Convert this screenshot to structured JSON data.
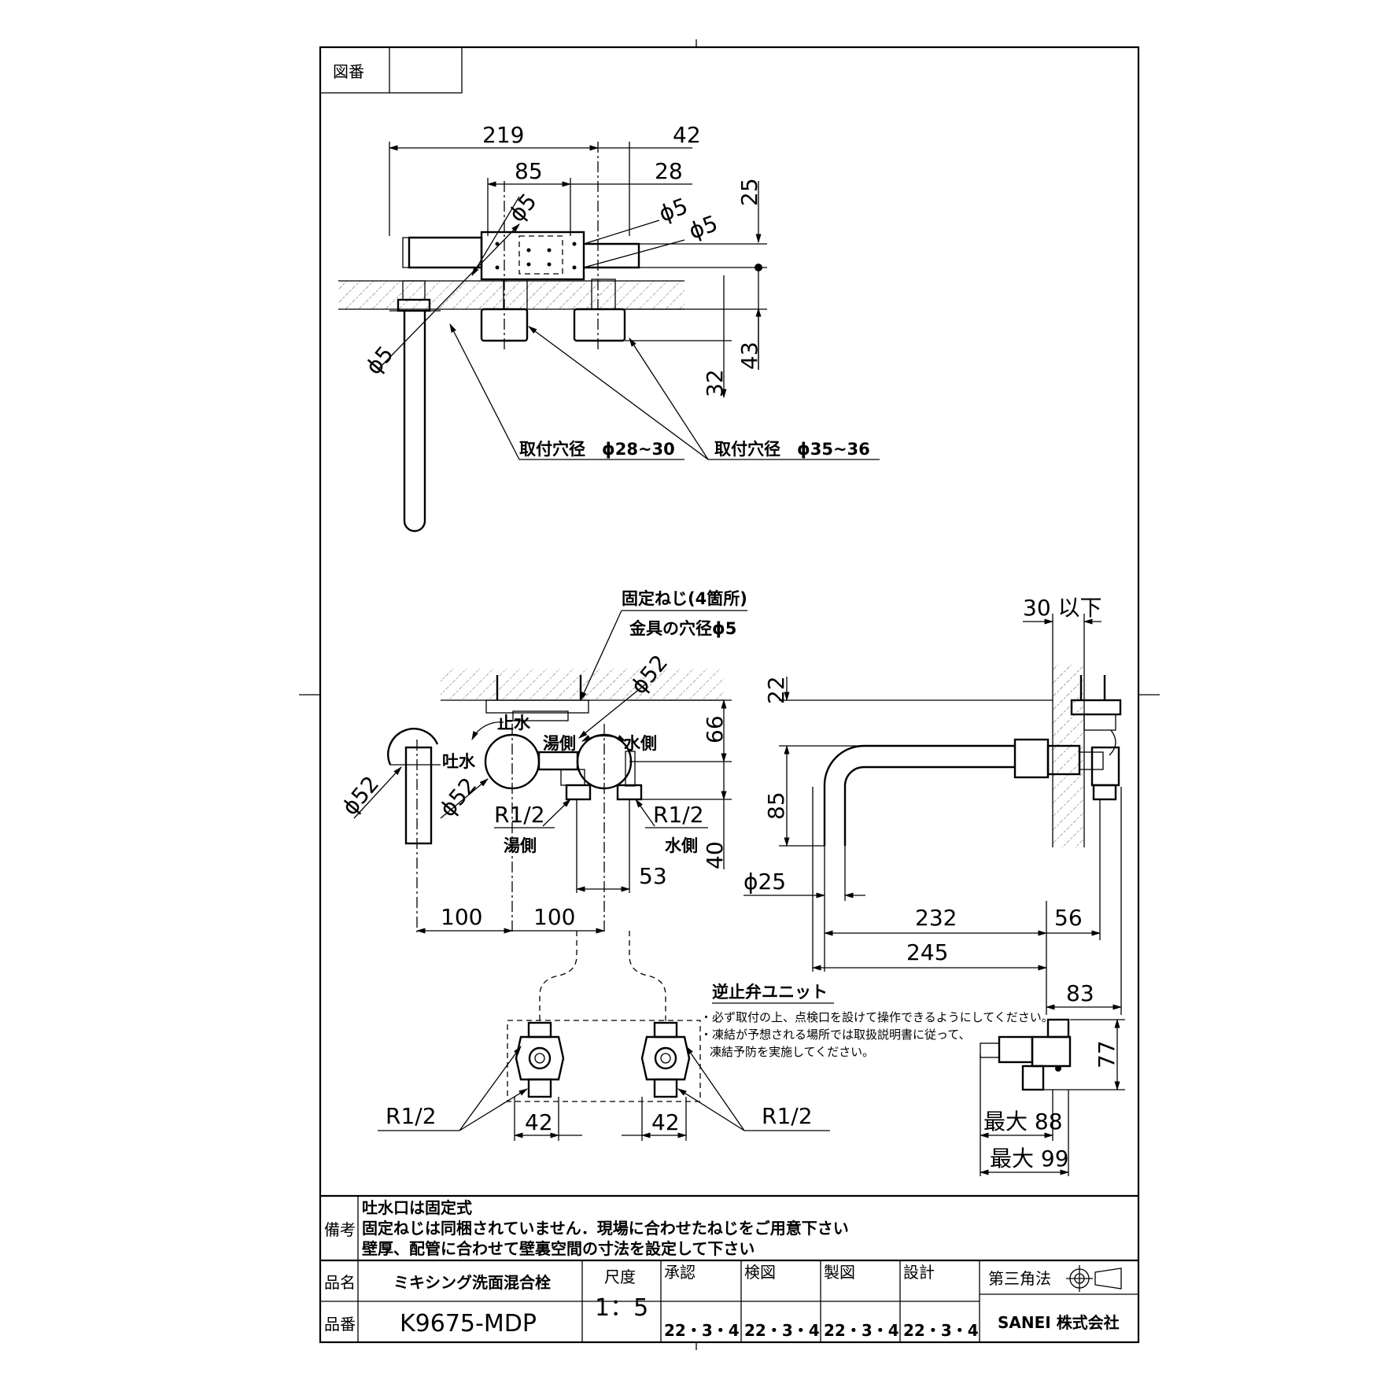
{
  "sheet": {
    "drawing_no_label": "図番",
    "drawing_no_value": ""
  },
  "top_view": {
    "dims": {
      "d219": "219",
      "d42": "42",
      "d85": "85",
      "d28": "28",
      "d25": "25",
      "d43": "43",
      "d32": "32",
      "phi5_a": "ϕ5",
      "phi5_b": "ϕ5",
      "phi5_c": "ϕ5",
      "phi5_d": "ϕ5"
    },
    "hole_small": "取付穴径　ϕ28~30",
    "hole_large": "取付穴径　ϕ35~36"
  },
  "front_view": {
    "fix_screw": "固定ねじ(4箇所)",
    "bracket_hole": "金具の穴径ϕ5",
    "stop_water": "止水",
    "spout_water": "吐水",
    "hot_side_top": "湯側",
    "cold_side_top": "水側",
    "hot_side_bottom": "湯側",
    "cold_side_bottom": "水側",
    "thread_hot": "R1/2",
    "thread_cold": "R1/2",
    "dims": {
      "phi52_a": "ϕ52",
      "phi52_b": "ϕ52",
      "phi52_c": "ϕ52",
      "d66": "66",
      "d40": "40",
      "d100_a": "100",
      "d100_b": "100",
      "d53": "53"
    }
  },
  "side_view": {
    "wall_limit": "30 以下",
    "dims": {
      "d22": "22",
      "d85": "85",
      "phi25": "ϕ25",
      "d232": "232",
      "d245": "245",
      "d56": "56",
      "d83": "83",
      "d77": "77",
      "max88": "最大 88",
      "max99": "最大 99"
    }
  },
  "check_valve": {
    "title": "逆止弁ユニット",
    "note1": "・必ず取付の上、点検口を設けて操作できるようにしてください。",
    "note2": "・凍結が予想される場所では取扱説明書に従って、",
    "note3": "凍結予防を実施してください。",
    "thread_left": "R1/2",
    "thread_right": "R1/2",
    "d42_left": "42",
    "d42_right": "42"
  },
  "remarks": {
    "label": "備考",
    "line1": "吐水口は固定式",
    "line2": "固定ねじは同梱されていません．現場に合わせたねじをご用意下さい",
    "line3": "壁厚、配管に合わせて壁裏空間の寸法を設定して下さい"
  },
  "title_block": {
    "product_name_label": "品名",
    "product_name": "ミキシング洗面混合栓",
    "product_no_label": "品番",
    "product_no": "K9675-MDP",
    "scale_label": "尺度",
    "scale": "1：5",
    "approved_label": "承認",
    "checked_label": "検図",
    "drawn_label": "製図",
    "designed_label": "設計",
    "approved_date": "22・3・4",
    "checked_date": "22・3・4",
    "drawn_date": "22・3・4",
    "designed_date": "22・3・4",
    "projection": "第三角法",
    "company": "SANEI 株式会社"
  }
}
